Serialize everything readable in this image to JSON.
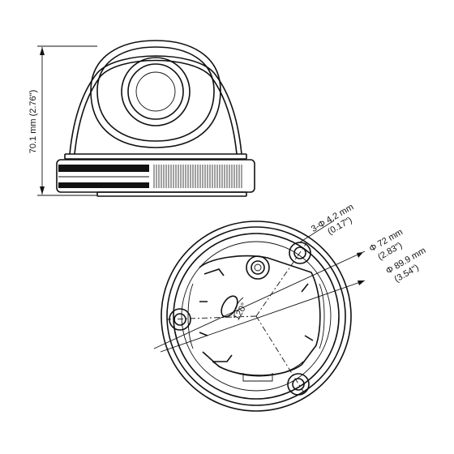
{
  "side_view": {
    "height_dim": "70.1 mm (2.76\")"
  },
  "bottom_view": {
    "hole_dim": "3-Φ 4.2 mm",
    "hole_dim_in": "(0.17\")",
    "circle_dim": "Φ 72 mm",
    "circle_dim_in": "(2.83\")",
    "outer_dim": "Φ 89.9 mm",
    "outer_dim_in": "(3.54\")",
    "angle": "120°"
  }
}
